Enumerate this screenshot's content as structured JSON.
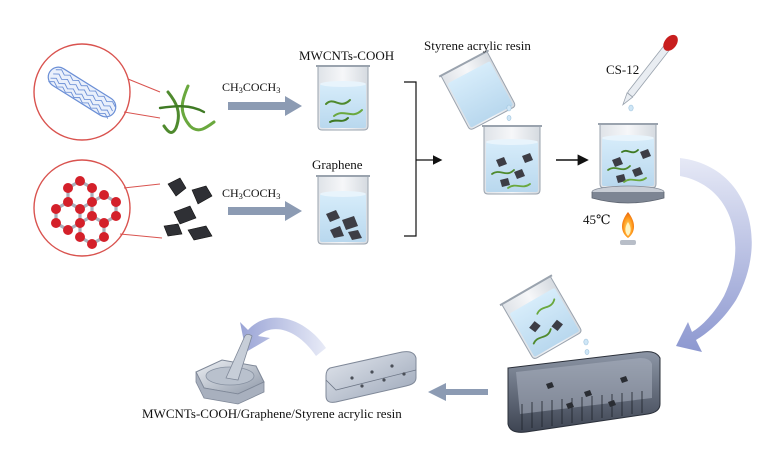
{
  "labels": {
    "mwcnts": "MWCNTs-COOH",
    "graphene": "Graphene",
    "solvent_top": "CH",
    "solvent_top_s1": "3",
    "solvent_top_mid": "COCH",
    "solvent_top_s2": "3",
    "solvent_bot": "CH",
    "solvent_bot_s1": "3",
    "solvent_bot_mid": "COCH",
    "solvent_bot_s2": "3",
    "resin": "Styrene acrylic resin",
    "cs12": "CS-12",
    "temp": "45℃",
    "product": "MWCNTs-COOH/Graphene/Styrene acrylic resin"
  },
  "colors": {
    "circle": "#d9534f",
    "arrow": "#8c9bb3",
    "liquid": "#cfe6f6",
    "flake": "#3d3d45",
    "tube": "#6b8fd6",
    "atom": "#d4202a",
    "big_arrow": "#9aa4d4",
    "dropper": "#c81e1e"
  }
}
